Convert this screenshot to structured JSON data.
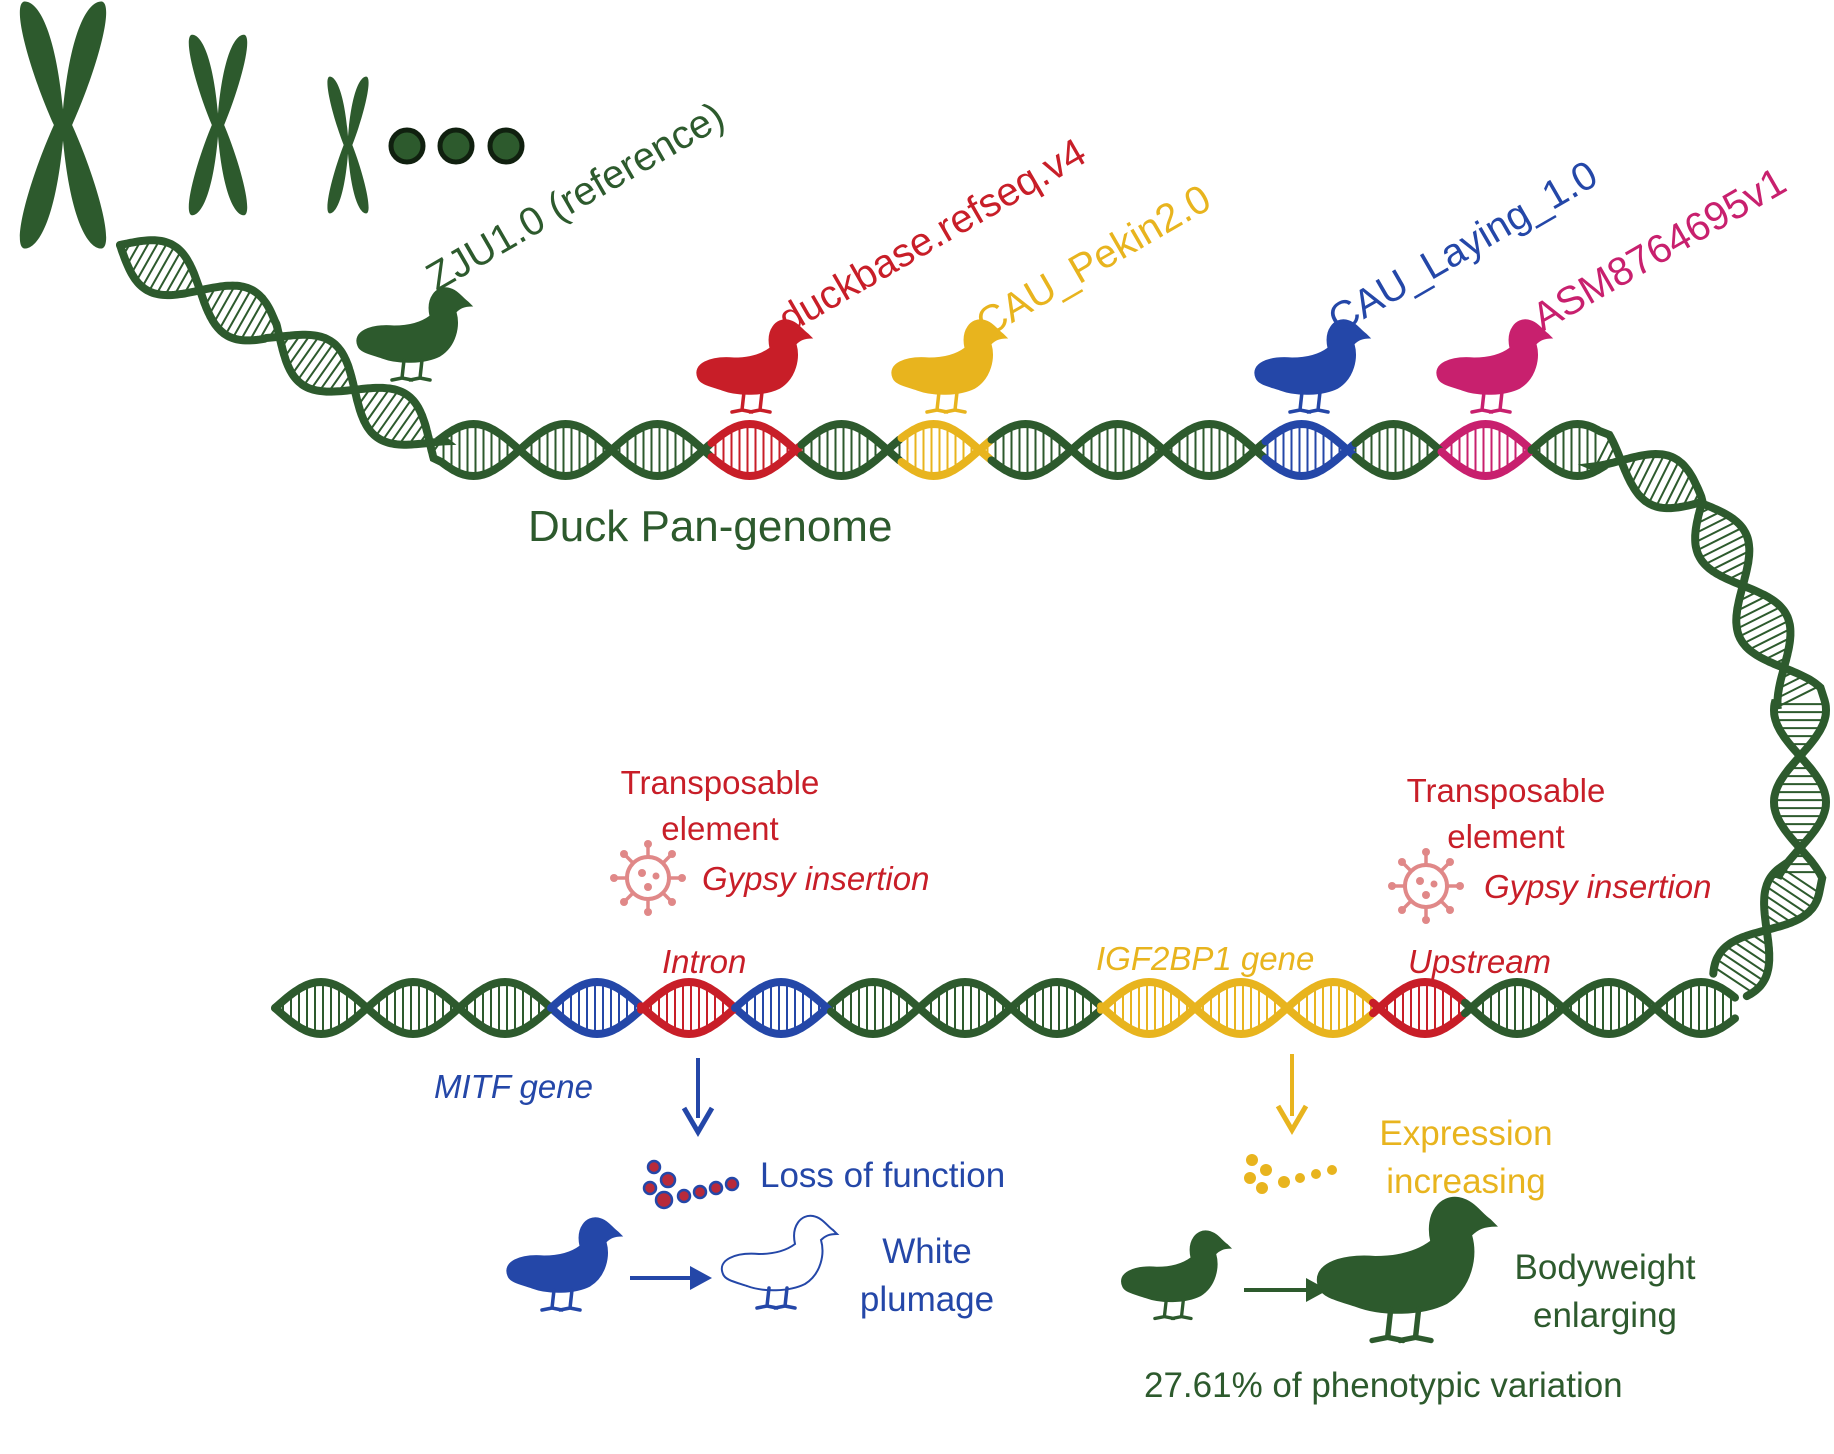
{
  "colors": {
    "dna_green": "#2d5a2d",
    "red": "#c81e28",
    "yellow": "#e8b41e",
    "blue": "#2447a8",
    "magenta": "#c8206e",
    "pink": "#e08888"
  },
  "assemblies": [
    {
      "label": "ZJU1.0 (reference)",
      "color": "#2d5a2d"
    },
    {
      "label": "duckbase.refseq.v4",
      "color": "#c81e28"
    },
    {
      "label": "CAU_Pekin2.0",
      "color": "#e8b41e"
    },
    {
      "label": "CAU_Laying_1.0",
      "color": "#2447a8"
    },
    {
      "label": "ASM8764695v1",
      "color": "#c8206e"
    }
  ],
  "pan_genome_label": "Duck Pan-genome",
  "left_event": {
    "te_label": "Transposable element",
    "insertion_label": "Gypsy insertion",
    "site_label": "Intron",
    "gene_label": "MITF gene",
    "effect_label": "Loss of function",
    "phenotype_label": "White plumage"
  },
  "right_event": {
    "te_label": "Transposable element",
    "insertion_label": "Gypsy insertion",
    "site_label": "Upstream",
    "gene_label": "IGF2BP1 gene",
    "effect_label": "Expression increasing",
    "phenotype_label": "Bodyweight enlarging",
    "variation_label": "27.61% of phenotypic variation"
  },
  "icons": [
    "chromosome-icon",
    "ellipsis-dots-icon",
    "duck-icon",
    "virus-icon",
    "molecule-dots-icon",
    "down-arrow-icon",
    "right-arrow-icon"
  ]
}
